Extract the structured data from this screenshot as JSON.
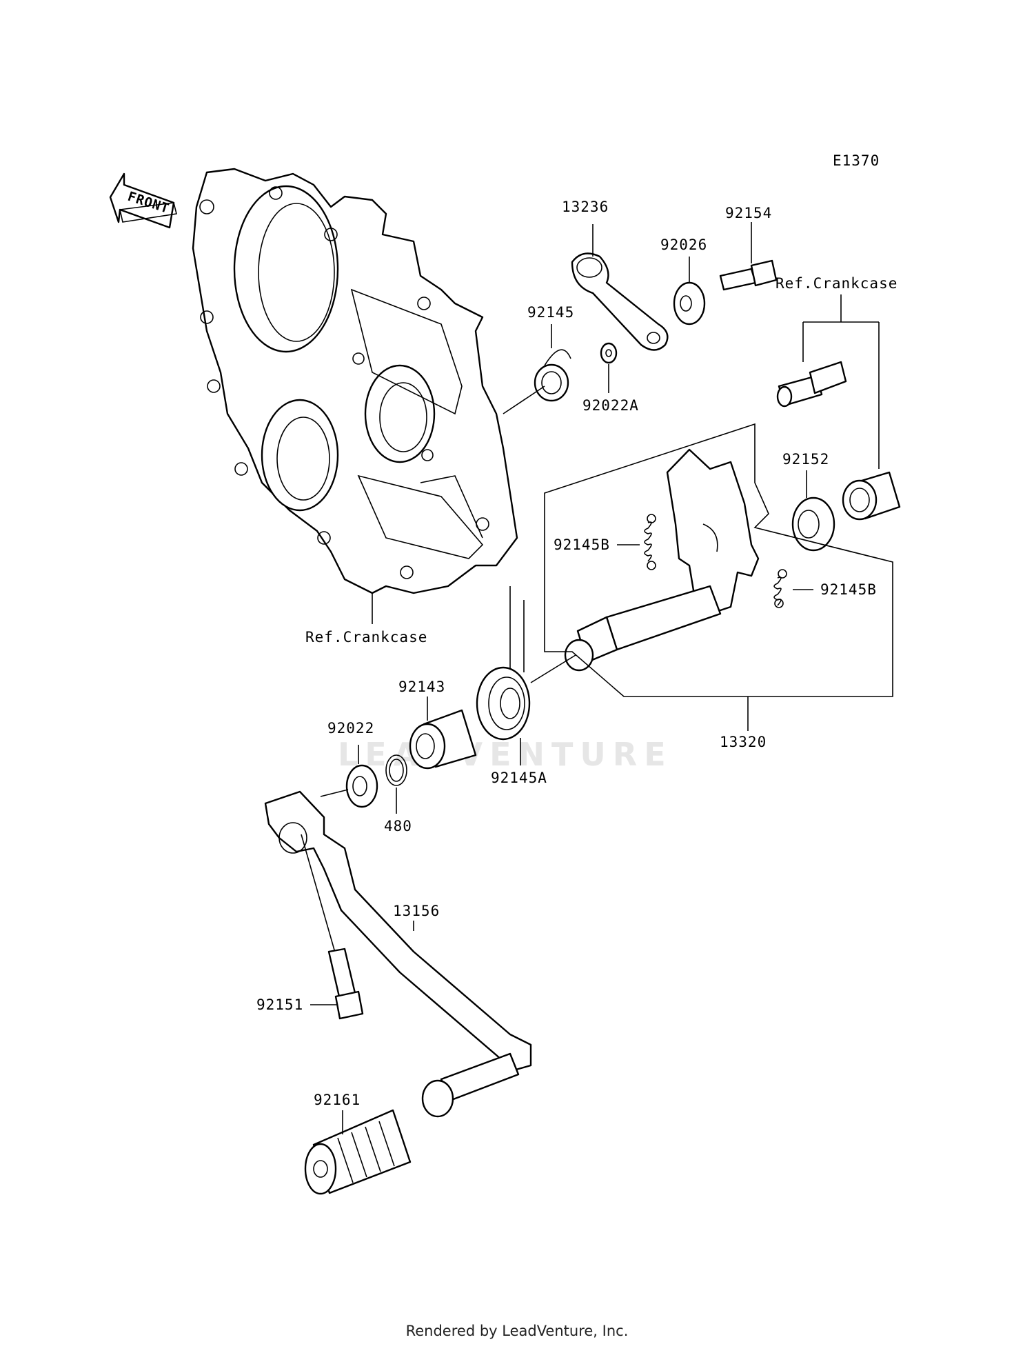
{
  "diagram_code": "E1370",
  "front_arrow": "FRONT",
  "ref_crankcase_top": "Ref.Crankcase",
  "ref_crankcase_bottom": "Ref.Crankcase",
  "watermark": "LEADVENTURE",
  "footer": "Rendered by LeadVenture, Inc.",
  "parts": {
    "p13236": "13236",
    "p92154": "92154",
    "p92026": "92026",
    "p92145": "92145",
    "p92022A": "92022A",
    "p92152": "92152",
    "p92145B_left": "92145B",
    "p92145B_right": "92145B",
    "p92143": "92143",
    "p92022": "92022",
    "p92145A": "92145A",
    "p480": "480",
    "p13320": "13320",
    "p13156": "13156",
    "p92151": "92151",
    "p92161": "92161"
  }
}
